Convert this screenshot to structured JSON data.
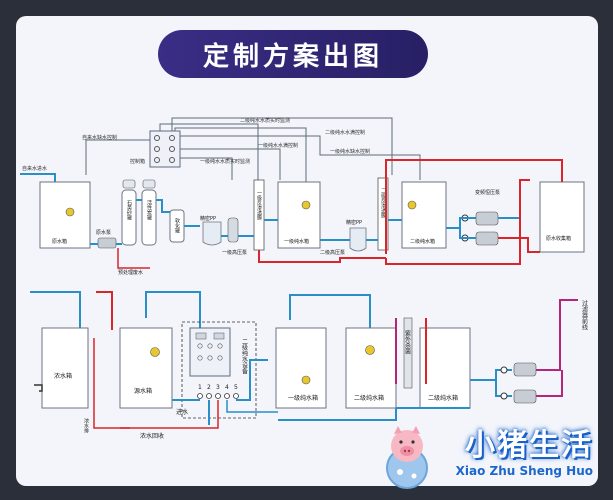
{
  "title": "定制方案出图",
  "brand": {
    "name_cn": "小猪生活",
    "name_en": "Xiao Zhu Sheng Huo",
    "mascot": "pig-mascot-icon"
  },
  "upper": {
    "pipe_labels": {
      "l1": "二级纯水水质实时监测",
      "l2": "自来水缺水控制",
      "l3": "二级纯水水满控制",
      "l4": "一级纯水水满控制",
      "l5": "一级纯水水质实时监测",
      "l6": "一级纯水缺水控制",
      "l7": "自来水进水",
      "l8": "控制箱"
    },
    "raw_tank": "原水箱",
    "raw_pump": "原水泵",
    "quartz_filter": "石英砂罐",
    "carbon_filter": "活性炭罐",
    "softener": "软化罐",
    "precision_pp_1": "精密PP",
    "precision_pp_2": "精密PP",
    "ro_1": "一级反渗透膜",
    "ro_2": "二级反渗透膜",
    "hp_pump_1": "一级高压泵",
    "hp_pump_2": "二级高压泵",
    "primary_tank": "一级纯水箱",
    "secondary_tank": "二级纯水箱",
    "vf_pump": "变频恒压泵",
    "collection_tank": "原水收集箱",
    "pretreat_drain": "预处理废水"
  },
  "lower": {
    "concentrate_tank": "浓水箱",
    "concentrate_drain": "浓水排",
    "source_tank": "源水箱",
    "control_box": "二级纯水设备",
    "terminals": [
      "1",
      "2",
      "3",
      "4",
      "5"
    ],
    "inlet": "进水",
    "concentrate_recycle": "浓水回收",
    "primary_tank": "一级纯水箱",
    "secondary_tank_a": "二级纯水箱",
    "secondary_tank_b": "二级纯水箱",
    "uv": "紫外杀菌",
    "filter_line": "过滤器前线"
  }
}
